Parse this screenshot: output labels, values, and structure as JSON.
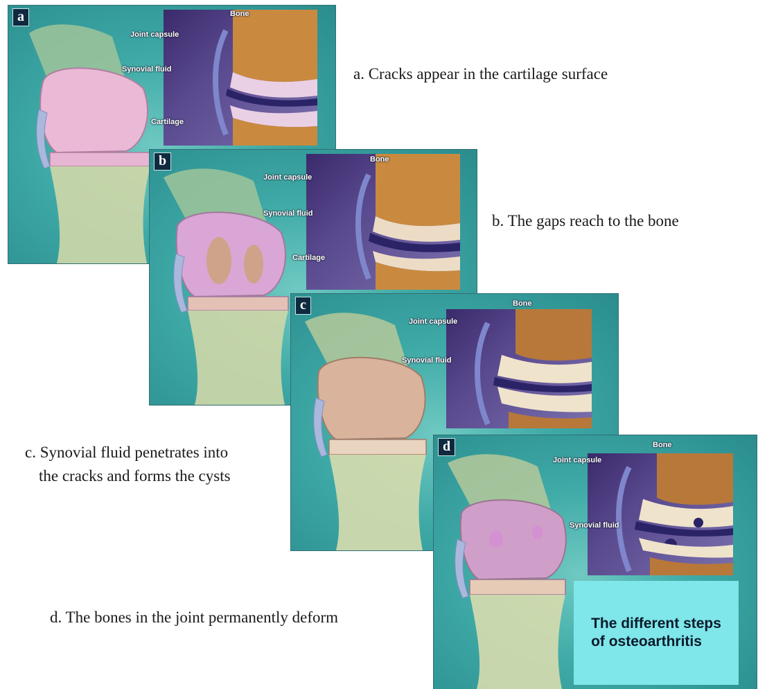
{
  "panels": [
    {
      "letter": "a",
      "labels": {
        "bone": "Bone",
        "joint_capsule": "Joint capsule",
        "synovial_fluid": "Synovial fluid",
        "cartilage": "Cartilage"
      }
    },
    {
      "letter": "b",
      "labels": {
        "bone": "Bone",
        "joint_capsule": "Joint capsule",
        "synovial_fluid": "Synovial fluid",
        "cartilage": "Cartilage"
      }
    },
    {
      "letter": "c",
      "labels": {
        "bone": "Bone",
        "joint_capsule": "Joint capsule",
        "synovial_fluid": "Synovial fluid"
      }
    },
    {
      "letter": "d",
      "labels": {
        "bone": "Bone",
        "joint_capsule": "Joint capsule",
        "synovial_fluid": "Synovial fluid"
      }
    }
  ],
  "captions": {
    "a": "a. Cracks appear in the cartilage surface",
    "b": "b. The gaps reach to the bone",
    "c_line1": "c. Synovial fluid penetrates into",
    "c_line2": "the cracks and forms the cysts",
    "d": "d. The bones in the joint permanently deform"
  },
  "title_box": "The different steps\n of osteoarthritis",
  "colors": {
    "background_teal": "#3ea9a6",
    "inset_purple": "#5a4a8f",
    "title_box": "#7fe6ea",
    "letter_badge": "#0f2a40"
  }
}
